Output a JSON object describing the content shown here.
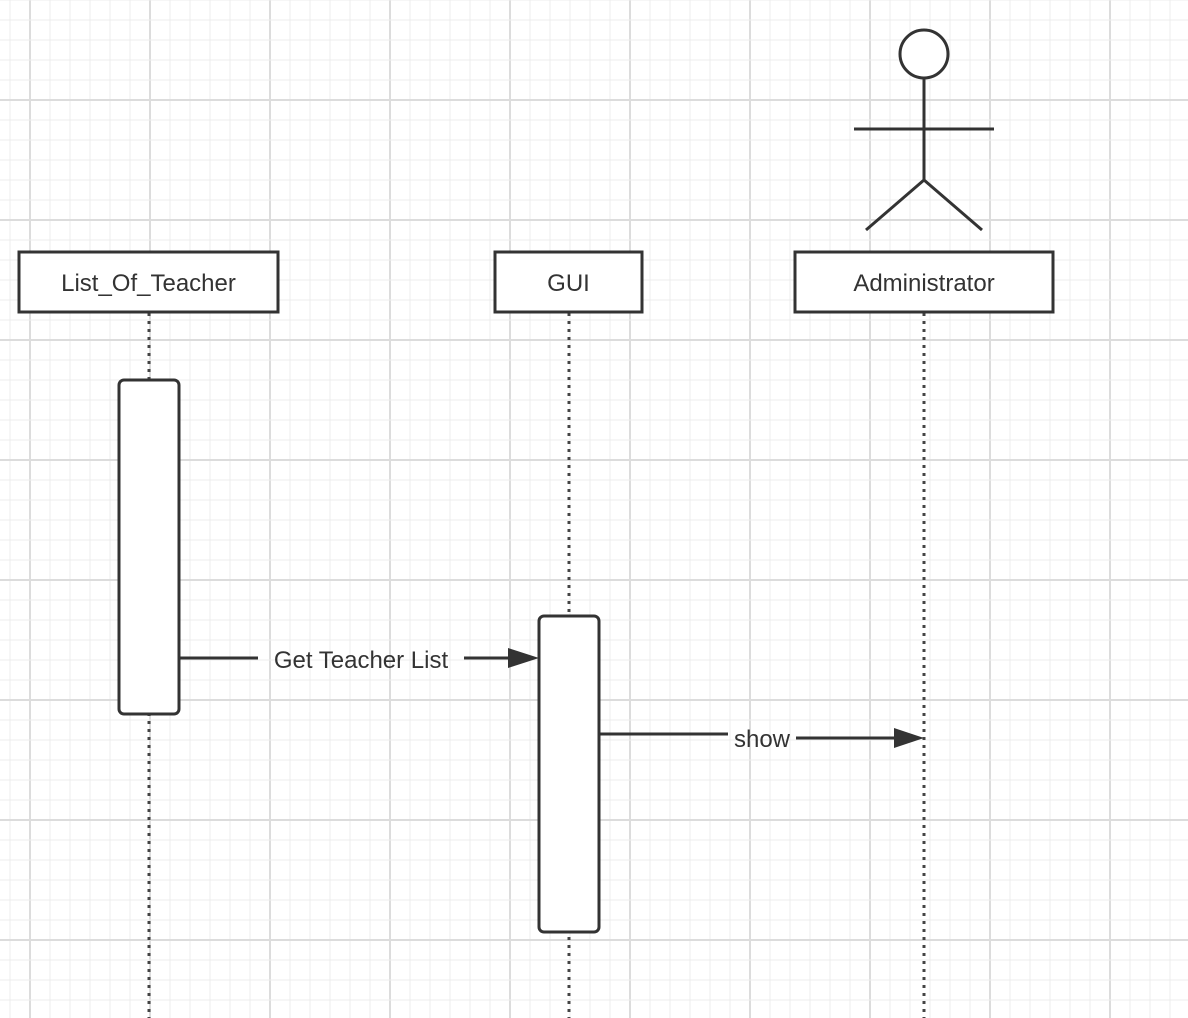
{
  "diagram": {
    "type": "sequence",
    "participants": [
      {
        "id": "list",
        "label": "List_Of_Teacher",
        "kind": "object"
      },
      {
        "id": "gui",
        "label": "GUI",
        "kind": "object"
      },
      {
        "id": "admin",
        "label": "Administrator",
        "kind": "actor"
      }
    ],
    "messages": [
      {
        "label": "Get Teacher List",
        "from": "list",
        "to": "gui"
      },
      {
        "label": "show",
        "from": "gui",
        "to": "admin"
      }
    ],
    "colors": {
      "stroke": "#333333",
      "grid_minor": "#ececec",
      "grid_major": "#dcdcdc",
      "background": "#ffffff"
    }
  }
}
